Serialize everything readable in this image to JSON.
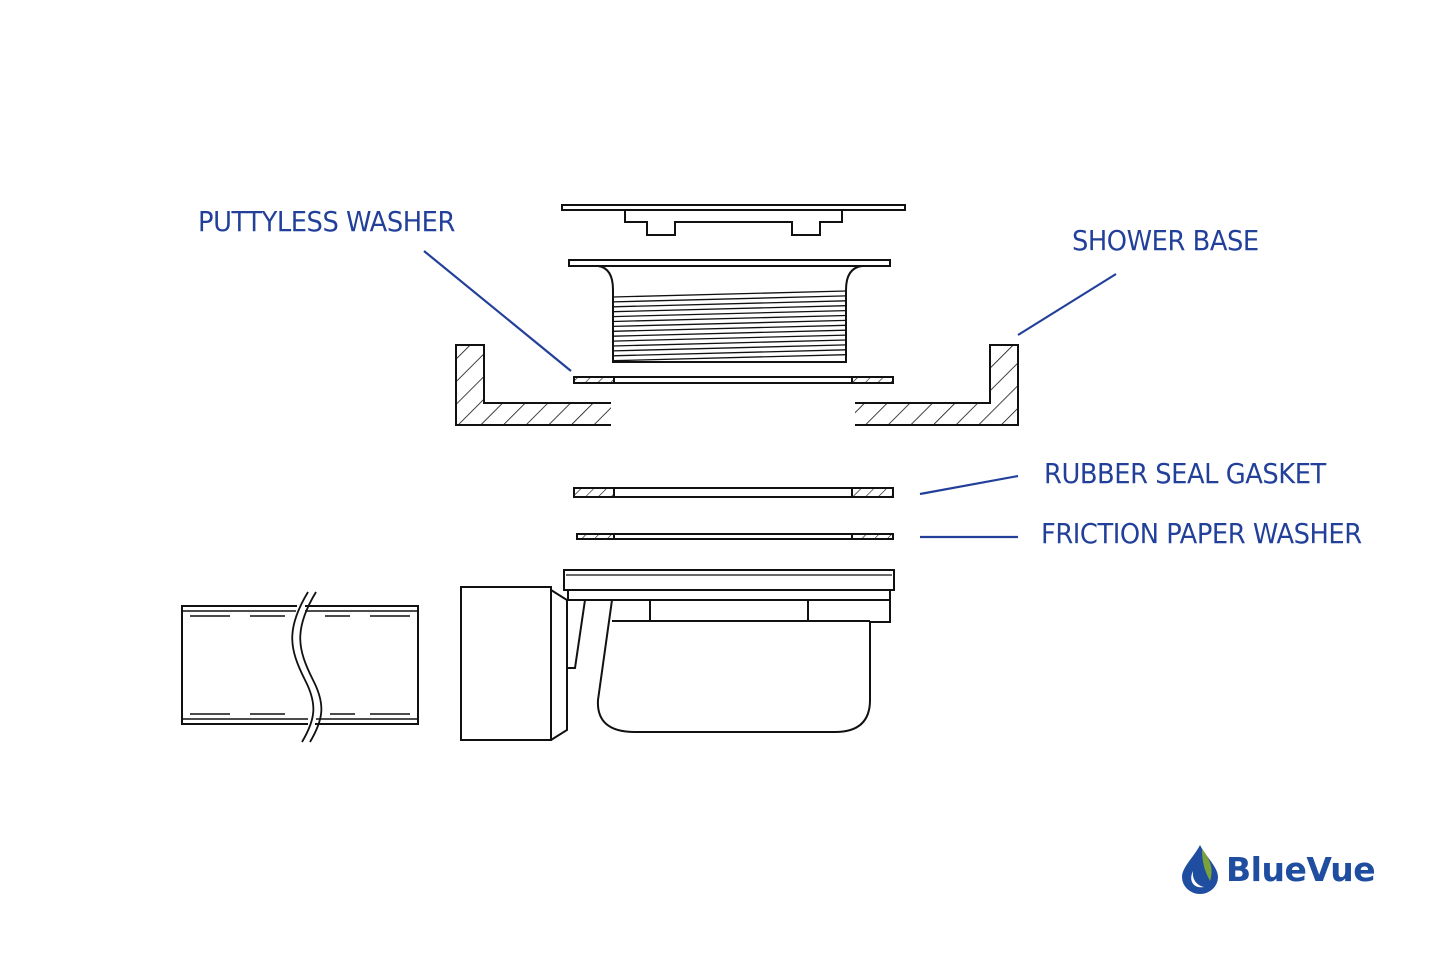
{
  "labels": {
    "puttyless_washer": "PUTTYLESS WASHER",
    "shower_base": "SHOWER BASE",
    "rubber_seal_gasket": "RUBBER SEAL GASKET",
    "friction_paper_washer": "FRICTION PAPER WASHER"
  },
  "logo": {
    "text": "BlueVue"
  },
  "colors": {
    "label": "#22409a",
    "line": "#111111",
    "logo_blue": "#1f4ea0",
    "logo_green": "#7aa23a"
  }
}
